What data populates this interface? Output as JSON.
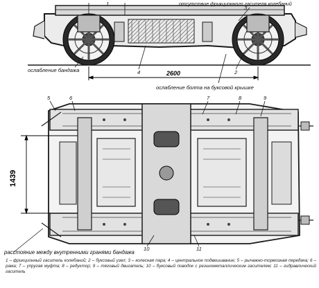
{
  "callouts": {
    "no_friction_damper": "отсутствие фрикционного гасителя колебаний",
    "tire_loosening": "ослабление бандажа",
    "bolt_loosening": "ослабление болта на буксовой крышке",
    "inner_faces_distance": "расстояние между внутренними гранями бандажа"
  },
  "dimensions": {
    "wheelbase": "2600",
    "track": "1439"
  },
  "part_numbers": {
    "side_top": [
      "1",
      "2",
      "3",
      "4"
    ],
    "plan_top": [
      "5",
      "6",
      "7",
      "8",
      "9"
    ],
    "plan_bottom": [
      "10",
      "11"
    ]
  },
  "legend_text": "1 – фрикционный гаситель колебаний; 2 – буксовый узел; 3 – колесная пара; 4 – центральное подвешивание; 5 – рычажно-тормозная передача; 6 – рама; 7 – упругая муфта; 8 – редуктор; 9 – тяговый двигатель; 10 – буксовый поводок с резинометаллическим гасителем; 11 – гидравлический гаситель",
  "colors": {
    "ink": "#1a1a1a",
    "paper": "#ffffff"
  }
}
